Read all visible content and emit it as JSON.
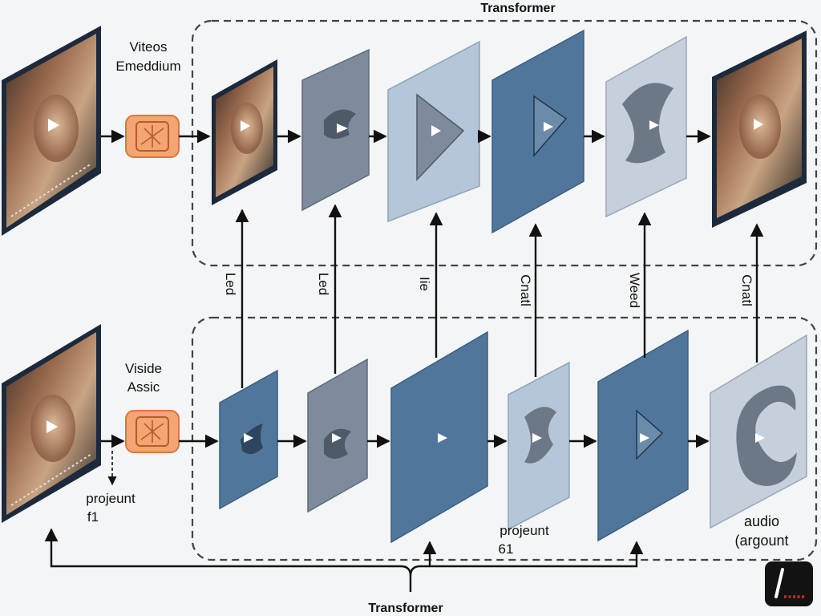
{
  "diagram": {
    "top_group_title": "Transformer",
    "bottom_caption": "Transformer",
    "top_input_label_line1": "Viteos",
    "top_input_label_line2": "Emeddium",
    "bottom_input_label_line1": "Viside",
    "bottom_input_label_line2": "Assic",
    "left_note_line1": "projeunt",
    "left_note_line2": "f1",
    "mid_note_line1": "projeunt",
    "mid_note_line2": "61",
    "right_note_line1": "audio",
    "right_note_line2": "(argount",
    "connector_labels": [
      "Led",
      "Led",
      "Iie",
      "Cnatl",
      "Weed",
      "Cnatl"
    ],
    "badge_icon": "slash-logo-icon",
    "colors": {
      "dark_blue_panel": "#50779b",
      "light_blue_panel": "#b4c6d8",
      "gray_panel": "#7d8b9c",
      "embedding_block": "#f3a574",
      "dashed_box": "#444444",
      "arrow": "#111111"
    }
  }
}
